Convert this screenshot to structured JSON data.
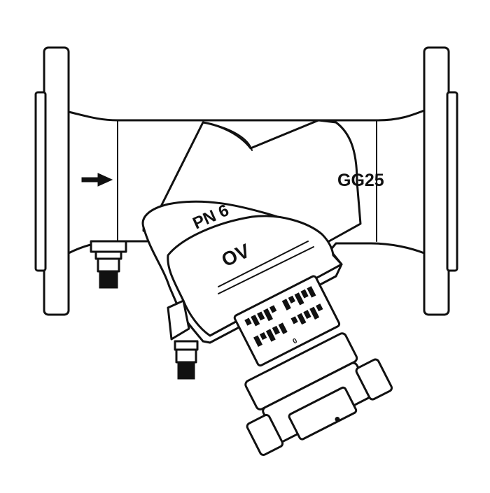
{
  "drawing": {
    "stroke_color": "#111111",
    "background_color": "#ffffff",
    "labels": {
      "pressure_rating": "PN 6",
      "material": "GG25",
      "brand_mark": "OV",
      "scale_zero": "0"
    },
    "icons": {
      "flow_arrow": "arrow-right-icon"
    }
  }
}
